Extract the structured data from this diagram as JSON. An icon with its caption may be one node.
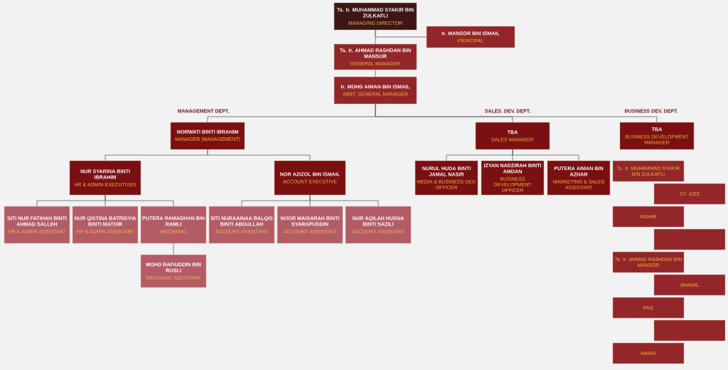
{
  "diagram": {
    "nodes": [
      {
        "text": [
          "Ts. Ir. MUHAMMAD SYAKIR BIN ZULKAFLI",
          "MANAGING DIRECTOR"
        ]
      },
      {
        "text": [
          "Ir. MANSOR BIN ISMAIL",
          "PRINCIPAL"
        ]
      },
      {
        "text": [
          "Ts. Ir. AHMAD RASHDAN BIN MANSOR",
          "GENERAL MANAGER"
        ]
      },
      {
        "text": [
          "Ir. MOHD AIMAN BIN ISMAIL",
          "ASST. GENERAL MANAGER"
        ]
      },
      {
        "text": [
          "NORWATI BINTI IBRAHIM",
          "MANAGER (MANAGEMENT)"
        ]
      },
      {
        "text": [
          "NUR SYARINA BINTI IBRAHIM",
          "HR & ADMIN EXECUTIVES"
        ]
      },
      {
        "text": [
          "SITI NUR FATIHAH BINTI AHMAD SALLEH",
          "HR & ADMIN ASSISTANT"
        ]
      },
      {
        "text": [
          "NUR QISTINA BATRISYIA BINTI MATDIR",
          "HR & ADMIN ASSISTANT"
        ]
      },
      {
        "text": [
          "PUTERA RAMADHAN BIN RAMLI",
          "MECHANIC"
        ]
      },
      {
        "text": [
          "MOHD RAFIUDDIN BIN ROSLI",
          "MECHANIC ASSISTANT"
        ]
      },
      {
        "text": [
          "NOR AZIZOL BIN ISMAIL",
          "ACCOUNT EXECUTIVE"
        ]
      },
      {
        "text": [
          "SITI NURAAINAA BALQIS BINTI ABDULLAH",
          "ACCOUNT ASSISTANT"
        ]
      },
      {
        "text": [
          "NOOR MAISARAH BINTI SYARAPUDDIN",
          "ACCOUNT ASSISTANT"
        ]
      },
      {
        "text": [
          "NUR AQILAH HUSNA BINTI SAZILI",
          "ACCOUNT ASSISTANT"
        ]
      },
      {
        "text": [
          "TBA",
          "SALES MANAGER"
        ]
      },
      {
        "text": [
          "NURUL HUDA BINTI JAMAL NASIR",
          "MEDIA & BUSINESS DEV. OFFICER"
        ]
      },
      {
        "text": [
          "IZYAN NADZIRAH BINTI AMDAN",
          "BUSINESS DEVELOPMENT OFFICER"
        ]
      },
      {
        "text": [
          "PUTERA AIMAN BIN AZHAR",
          "MARKETING & SALES ASSISTANT"
        ]
      },
      {
        "text": [
          "TBA",
          "BUSINESS DEVELOPMENT MANAGER"
        ]
      },
      {
        "text": [
          "Ts. Ir. MUHAMMAD SYAKIR BIN ZULKAFLI"
        ]
      },
      {
        "text": [
          "DY. AZIZ"
        ]
      },
      {
        "text": [
          "MUHIB"
        ]
      },
      {
        "text": [
          "-"
        ]
      },
      {
        "text": [
          "Ts. Ir. AHMAD RASHDAN BIN MANSOR"
        ]
      },
      {
        "text": [
          "SHAMIL"
        ]
      },
      {
        "text": [
          "FAIZ"
        ]
      },
      {
        "text": [
          "-"
        ]
      },
      {
        "text": [
          "AIMAN"
        ]
      }
    ],
    "edges": [
      {
        "from": 0,
        "to": 2,
        "arrow": "none"
      },
      {
        "from": 0,
        "to": 1,
        "arrow": "none"
      },
      {
        "from": 2,
        "to": 3,
        "arrow": "none"
      },
      {
        "from": 3,
        "to": 4,
        "arrow": "none"
      },
      {
        "from": 3,
        "to": 14,
        "arrow": "none"
      },
      {
        "from": 3,
        "to": 18,
        "arrow": "none"
      },
      {
        "from": 4,
        "to": 5,
        "arrow": "none"
      },
      {
        "from": 4,
        "to": 10,
        "arrow": "none"
      },
      {
        "from": 5,
        "to": 6,
        "arrow": "none"
      },
      {
        "from": 5,
        "to": 7,
        "arrow": "none"
      },
      {
        "from": 5,
        "to": 8,
        "arrow": "none"
      },
      {
        "from": 8,
        "to": 9,
        "arrow": "none"
      },
      {
        "from": 10,
        "to": 11,
        "arrow": "none"
      },
      {
        "from": 10,
        "to": 12,
        "arrow": "none"
      },
      {
        "from": 10,
        "to": 13,
        "arrow": "none"
      },
      {
        "from": 14,
        "to": 15,
        "arrow": "none"
      },
      {
        "from": 14,
        "to": 16,
        "arrow": "none"
      },
      {
        "from": 14,
        "to": 17,
        "arrow": "none"
      }
    ],
    "labels": [
      "MANAGEMENT DEPT.",
      "SALES. DEV. DEPT.",
      "BUSINESS DEV. DEPT."
    ]
  }
}
